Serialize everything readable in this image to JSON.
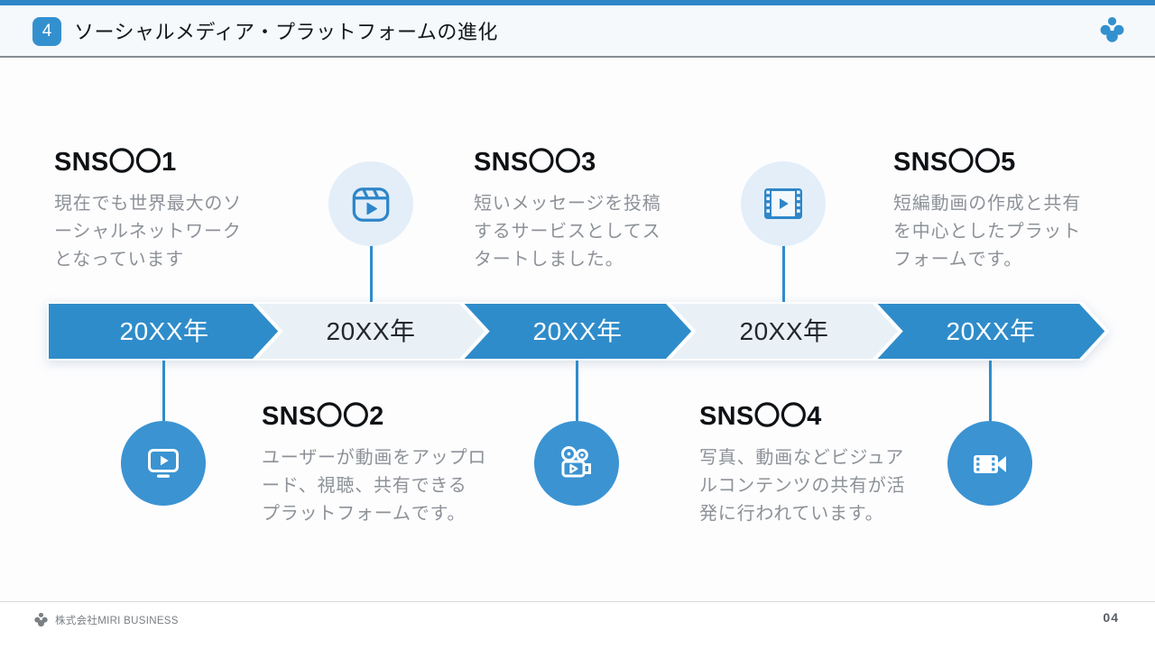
{
  "slide": {
    "header": {
      "number": "4",
      "title": "ソーシャルメディア・プラットフォームの進化"
    },
    "timeline": {
      "segments": [
        {
          "year": "20XX年",
          "style": "blue"
        },
        {
          "year": "20XX年",
          "style": "light"
        },
        {
          "year": "20XX年",
          "style": "blue"
        },
        {
          "year": "20XX年",
          "style": "light"
        },
        {
          "year": "20XX年",
          "style": "blue"
        }
      ]
    },
    "items": [
      {
        "title": "SNS〇〇1",
        "lines": [
          "現在でも世界最大のソ",
          "ーシャルネットワーク",
          "となっています"
        ]
      },
      {
        "title": "SNS〇〇2",
        "lines": [
          "ユーザーが動画をアップロ",
          "ード、視聴、共有できる",
          "プラットフォームです。"
        ]
      },
      {
        "title": "SNS〇〇3",
        "lines": [
          "短いメッセージを投稿",
          "するサービスとしてス",
          "タートしました。"
        ]
      },
      {
        "title": "SNS〇〇4",
        "lines": [
          "写真、動画などビジュア",
          "ルコンテンツの共有が活",
          "発に行われています。"
        ]
      },
      {
        "title": "SNS〇〇5",
        "lines": [
          "短編動画の作成と共有",
          "を中心としたプラット",
          "フォームです。"
        ]
      }
    ],
    "icons": [
      "tv-play-icon",
      "reels-icon",
      "movie-camera-icon",
      "film-play-icon",
      "video-camera-icon"
    ],
    "footer": {
      "company": "株式会社MIRI BUSINESS",
      "page": "04"
    },
    "colors": {
      "accent_blue": "#2f8cca",
      "badge_blue": "#3390cf",
      "chevron_light": "#e9f1f7",
      "icon_circle_blue": "#3b93d2",
      "icon_circle_light": "#e3eef9",
      "title_text": "#0f1215",
      "body_text": "#8d9298",
      "header_bg": "#f5f9fc"
    }
  }
}
